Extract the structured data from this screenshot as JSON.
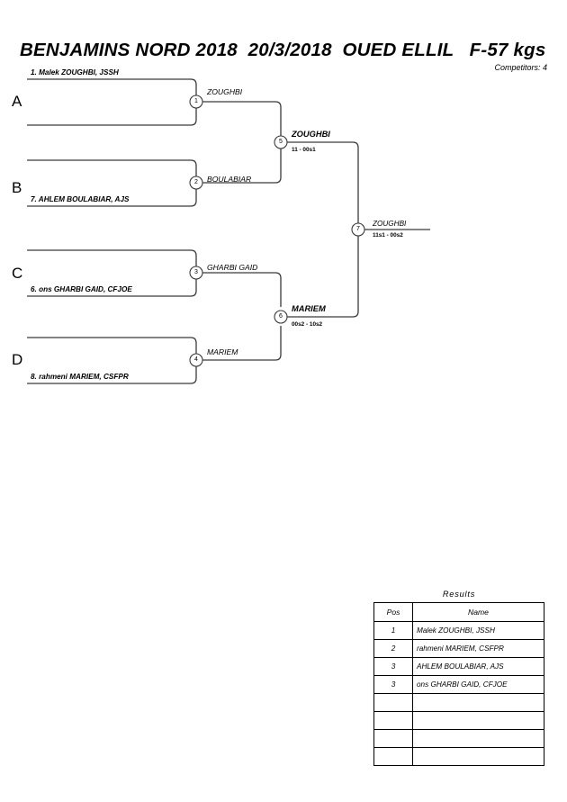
{
  "header": {
    "title": "BENJAMINS NORD 2018  20/3/2018  OUED ELLIL   F-57 kgs",
    "competitors": "Competitors: 4"
  },
  "bracket": {
    "groups": [
      {
        "letter": "A",
        "entrant": "1. Malek ZOUGHBI, JSSH"
      },
      {
        "letter": "B",
        "entrant": "7. AHLEM BOULABIAR, AJS"
      },
      {
        "letter": "C",
        "entrant": "6. ons GHARBI GAID, CFJOE"
      },
      {
        "letter": "D",
        "entrant": "8. rahmeni MARIEM, CSFPR"
      }
    ],
    "matches": [
      {
        "number": "1",
        "winner": "ZOUGHBI",
        "score": ""
      },
      {
        "number": "2",
        "winner": "BOULABIAR",
        "score": ""
      },
      {
        "number": "3",
        "winner": "GHARBI GAID",
        "score": ""
      },
      {
        "number": "4",
        "winner": "MARIEM",
        "score": ""
      },
      {
        "number": "5",
        "winner": "ZOUGHBI",
        "score": "11 - 00s1"
      },
      {
        "number": "6",
        "winner": "MARIEM",
        "score": "00s2 - 10s2"
      },
      {
        "number": "7",
        "winner": "ZOUGHBI",
        "score": "11s1 - 00s2"
      }
    ]
  },
  "results": {
    "title": "Results",
    "columns": [
      "Pos",
      "Name"
    ],
    "rows": [
      {
        "pos": "1",
        "name": "Malek ZOUGHBI, JSSH"
      },
      {
        "pos": "2",
        "name": "rahmeni MARIEM, CSFPR"
      },
      {
        "pos": "3",
        "name": "AHLEM BOULABIAR, AJS"
      },
      {
        "pos": "3",
        "name": "ons GHARBI GAID, CFJOE"
      },
      {
        "pos": "",
        "name": ""
      },
      {
        "pos": "",
        "name": ""
      },
      {
        "pos": "",
        "name": ""
      },
      {
        "pos": "",
        "name": ""
      }
    ]
  }
}
